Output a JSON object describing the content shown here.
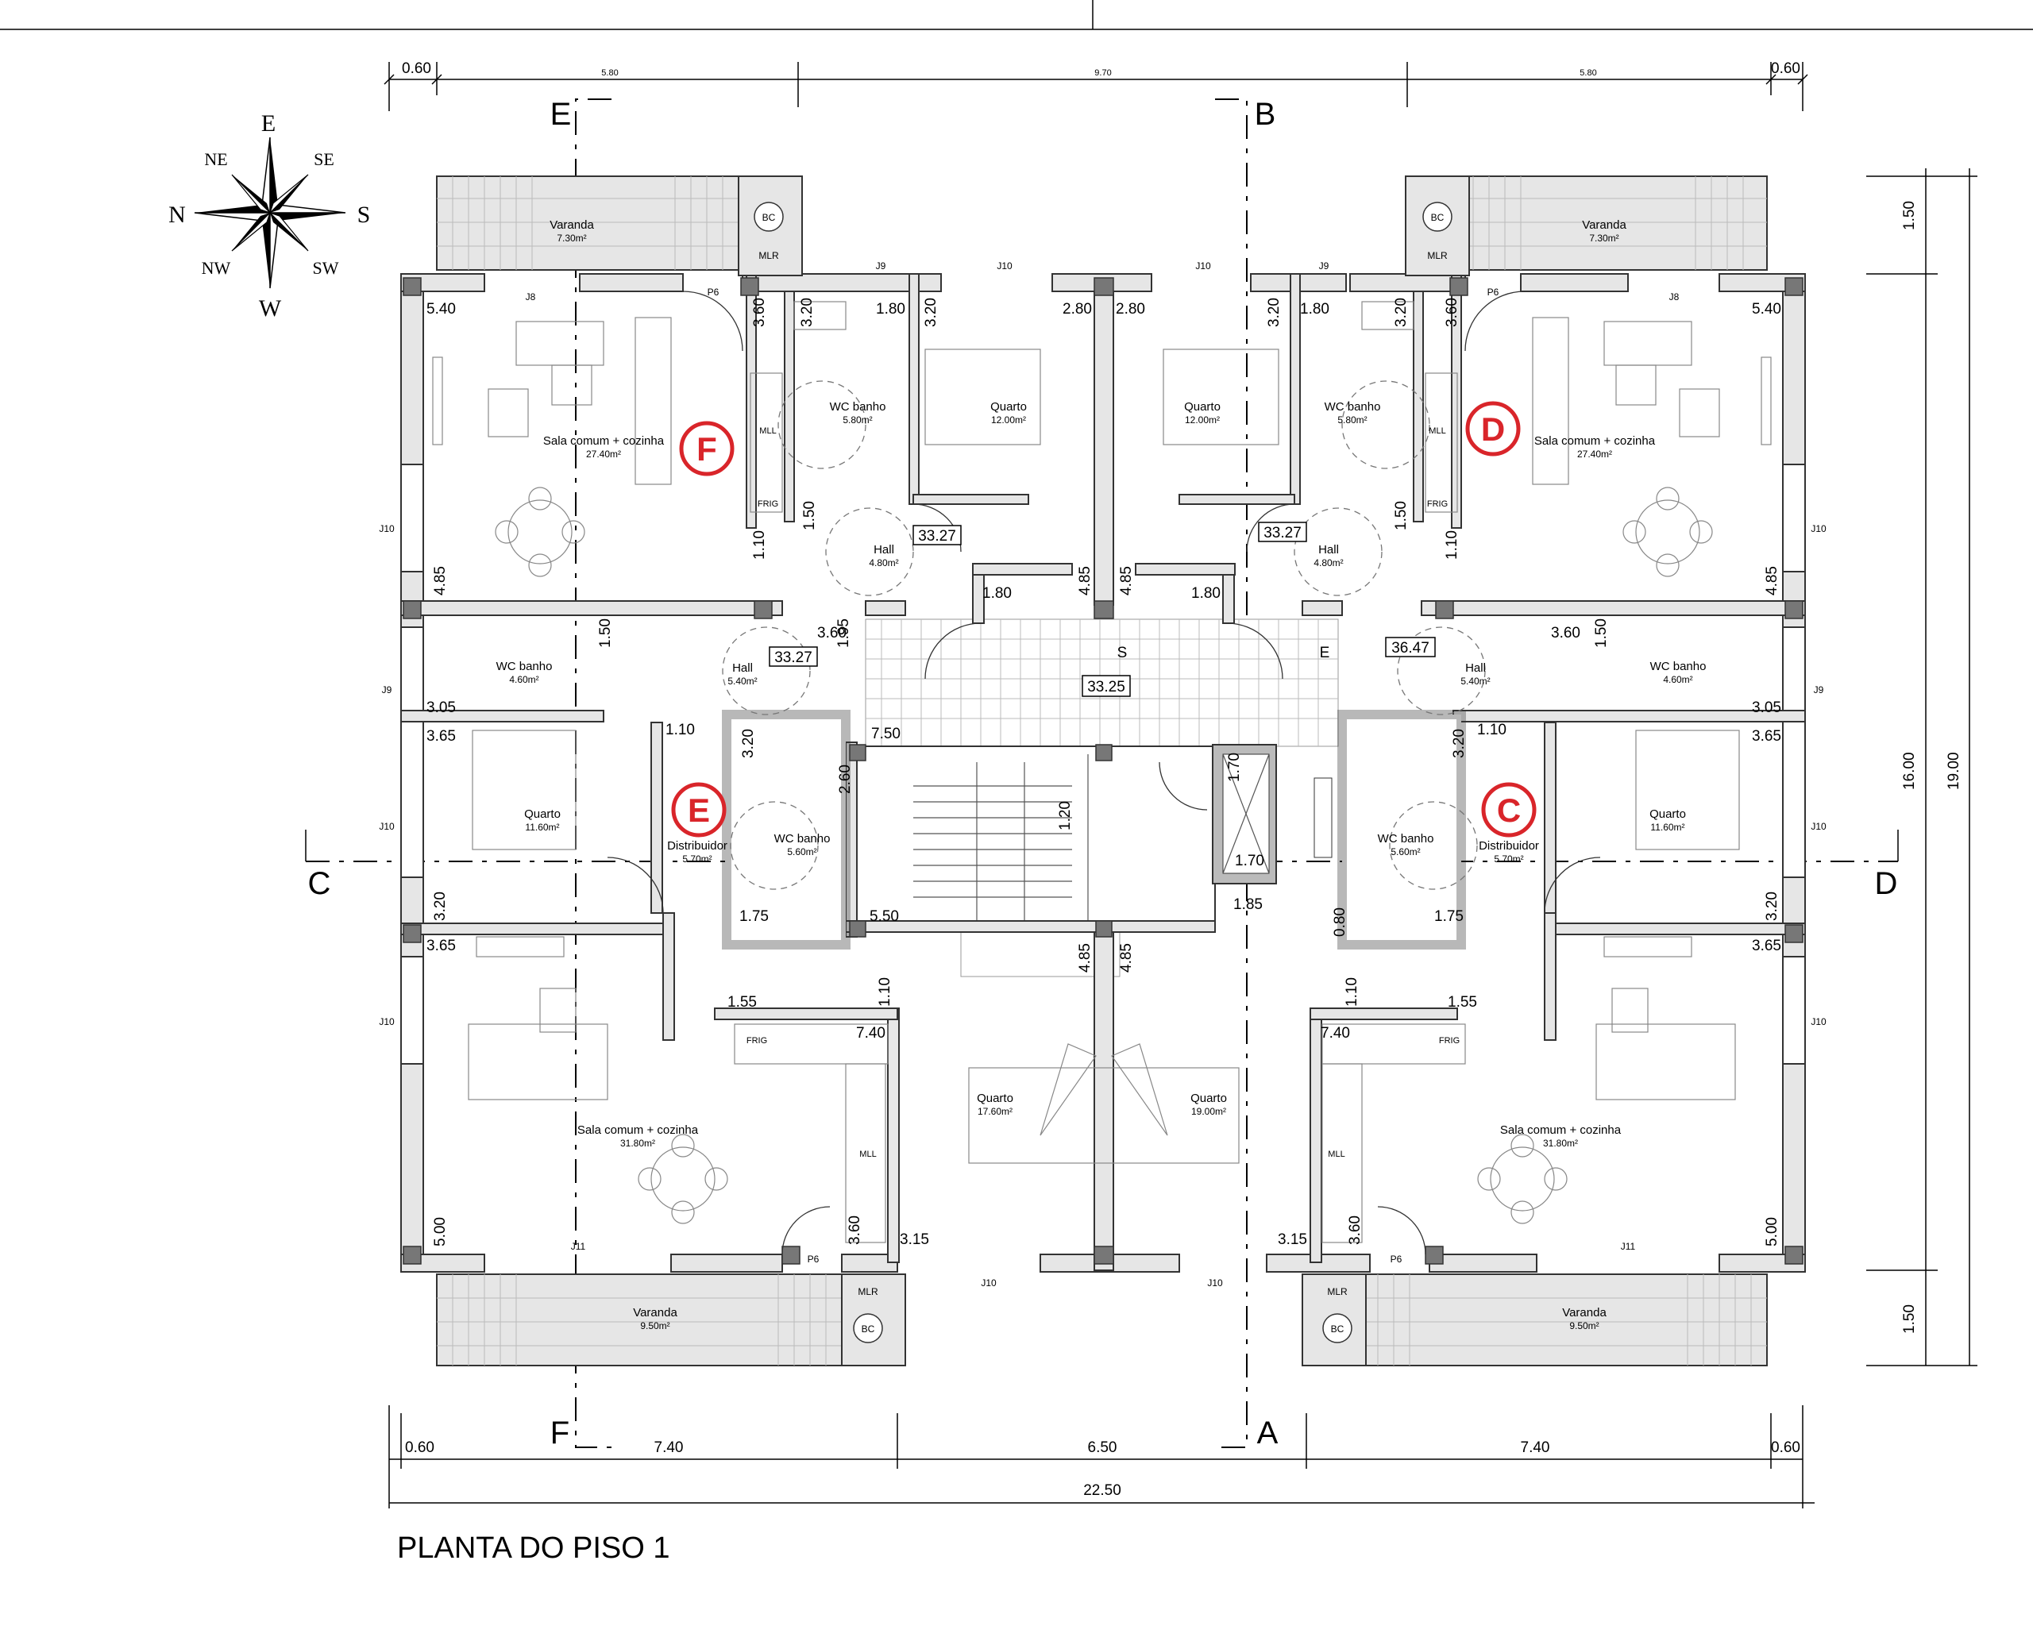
{
  "drawing_title": "PLANTA DO PISO 1",
  "compass": {
    "N": "N",
    "S": "S",
    "E": "E",
    "W": "W",
    "NE": "NE",
    "SE": "SE",
    "NW": "NW",
    "SW": "SW"
  },
  "section_axes": {
    "A": "A",
    "B": "B",
    "C": "C",
    "D": "D",
    "E": "E",
    "F": "F"
  },
  "apartment_badges": {
    "C": "C",
    "D": "D",
    "E": "E",
    "F": "F"
  },
  "top_dims": {
    "left_margin": "0.60",
    "left_width": "5.80",
    "center_width": "9.70",
    "right_width": "5.80",
    "right_margin": "0.60"
  },
  "bottom_dims": {
    "left_margin": "0.60",
    "left": "7.40",
    "center": "6.50",
    "right": "7.40",
    "right_margin": "0.60",
    "total": "22.50"
  },
  "right_dims": {
    "top_balcony": "1.50",
    "bottom_balcony": "1.50",
    "inner_depth": "16.00",
    "total_depth": "19.00"
  },
  "rooms": {
    "varanda_tl": {
      "name": "Varanda",
      "area": "7.30m²"
    },
    "varanda_tr": {
      "name": "Varanda",
      "area": "7.30m²"
    },
    "varanda_bl": {
      "name": "Varanda",
      "area": "9.50m²"
    },
    "varanda_br": {
      "name": "Varanda",
      "area": "9.50m²"
    },
    "sala_f": {
      "name": "Sala comum + cozinha",
      "area": "27.40m²"
    },
    "sala_d": {
      "name": "Sala comum + cozinha",
      "area": "27.40m²"
    },
    "sala_e": {
      "name": "Sala comum + cozinha",
      "area": "31.80m²"
    },
    "sala_c": {
      "name": "Sala comum + cozinha",
      "area": "31.80m²"
    },
    "wc_f": {
      "name": "WC banho",
      "area": "5.80m²"
    },
    "wc_d": {
      "name": "WC banho",
      "area": "5.80m²"
    },
    "quarto_f": {
      "name": "Quarto",
      "area": "12.00m²"
    },
    "quarto_d": {
      "name": "Quarto",
      "area": "12.00m²"
    },
    "hall_f": {
      "name": "Hall",
      "area": "4.80m²"
    },
    "hall_d": {
      "name": "Hall",
      "area": "4.80m²"
    },
    "wc_e_top": {
      "name": "WC banho",
      "area": "4.60m²"
    },
    "wc_c_top": {
      "name": "WC banho",
      "area": "4.60m²"
    },
    "hall_e": {
      "name": "Hall",
      "area": "5.40m²"
    },
    "hall_c": {
      "name": "Hall",
      "area": "5.40m²"
    },
    "quarto_e": {
      "name": "Quarto",
      "area": "11.60m²"
    },
    "quarto_c": {
      "name": "Quarto",
      "area": "11.60m²"
    },
    "distrib_e": {
      "name": "Distribuidor",
      "area": "5.70m²"
    },
    "distrib_c": {
      "name": "Distribuidor",
      "area": "5.70m²"
    },
    "wc_e_mid": {
      "name": "WC banho",
      "area": "5.60m²"
    },
    "wc_c_mid": {
      "name": "WC banho",
      "area": "5.60m²"
    },
    "quarto_e2": {
      "name": "Quarto",
      "area": "17.60m²"
    },
    "quarto_c2": {
      "name": "Quarto",
      "area": "19.00m²"
    }
  },
  "boxed_levels": {
    "hall_f": "33.27",
    "hall_d": "33.27",
    "hall_e": "33.27",
    "hall_c": "36.47",
    "landing": "33.25"
  },
  "window_codes": {
    "J8": "J8",
    "J9": "J9",
    "J10": "J10",
    "J11": "J11",
    "P6": "P6"
  },
  "equipment": {
    "BC": "BC",
    "MLR": "MLR",
    "MLL": "MLL",
    "FRIG": "FRIG"
  },
  "stair_marks": {
    "S": "S",
    "E": "E"
  },
  "wall_dims": {
    "d540": "5.40",
    "d360": "3.60",
    "d320": "3.20",
    "d180": "1.80",
    "d280": "2.80",
    "d150": "1.50",
    "d110": "1.10",
    "d485": "4.85",
    "d195": "1.95",
    "d305": "3.05",
    "d365": "3.65",
    "d750": "7.50",
    "d260": "2.60",
    "d120": "1.20",
    "d175": "1.75",
    "d550": "5.50",
    "d170": "1.70",
    "d185": "1.85",
    "d080": "0.80",
    "d155": "1.55",
    "d740": "7.40",
    "d315": "3.15",
    "d500": "5.00"
  }
}
